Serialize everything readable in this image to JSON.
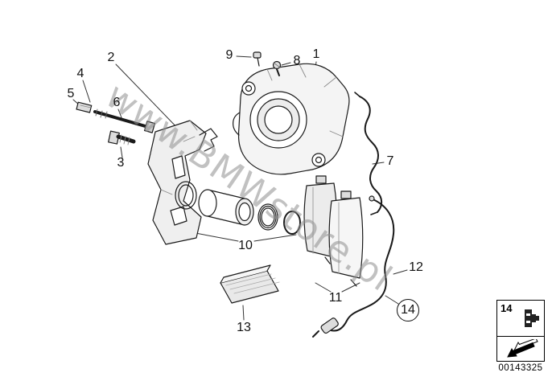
{
  "diagram": {
    "watermark": "www.BMWstore.pl",
    "doc_number": "00143325",
    "line_color": "#1a1a1a",
    "shade_color": "#efefef"
  },
  "parts": [
    {
      "label": "1"
    },
    {
      "label": "2"
    },
    {
      "label": "3"
    },
    {
      "label": "4"
    },
    {
      "label": "5"
    },
    {
      "label": "6"
    },
    {
      "label": "7"
    },
    {
      "label": "8"
    },
    {
      "label": "9"
    },
    {
      "label": "10"
    },
    {
      "label": "11"
    },
    {
      "label": "12"
    },
    {
      "label": "13"
    },
    {
      "label": "14",
      "circled": true
    }
  ],
  "legend": {
    "label": "14"
  }
}
